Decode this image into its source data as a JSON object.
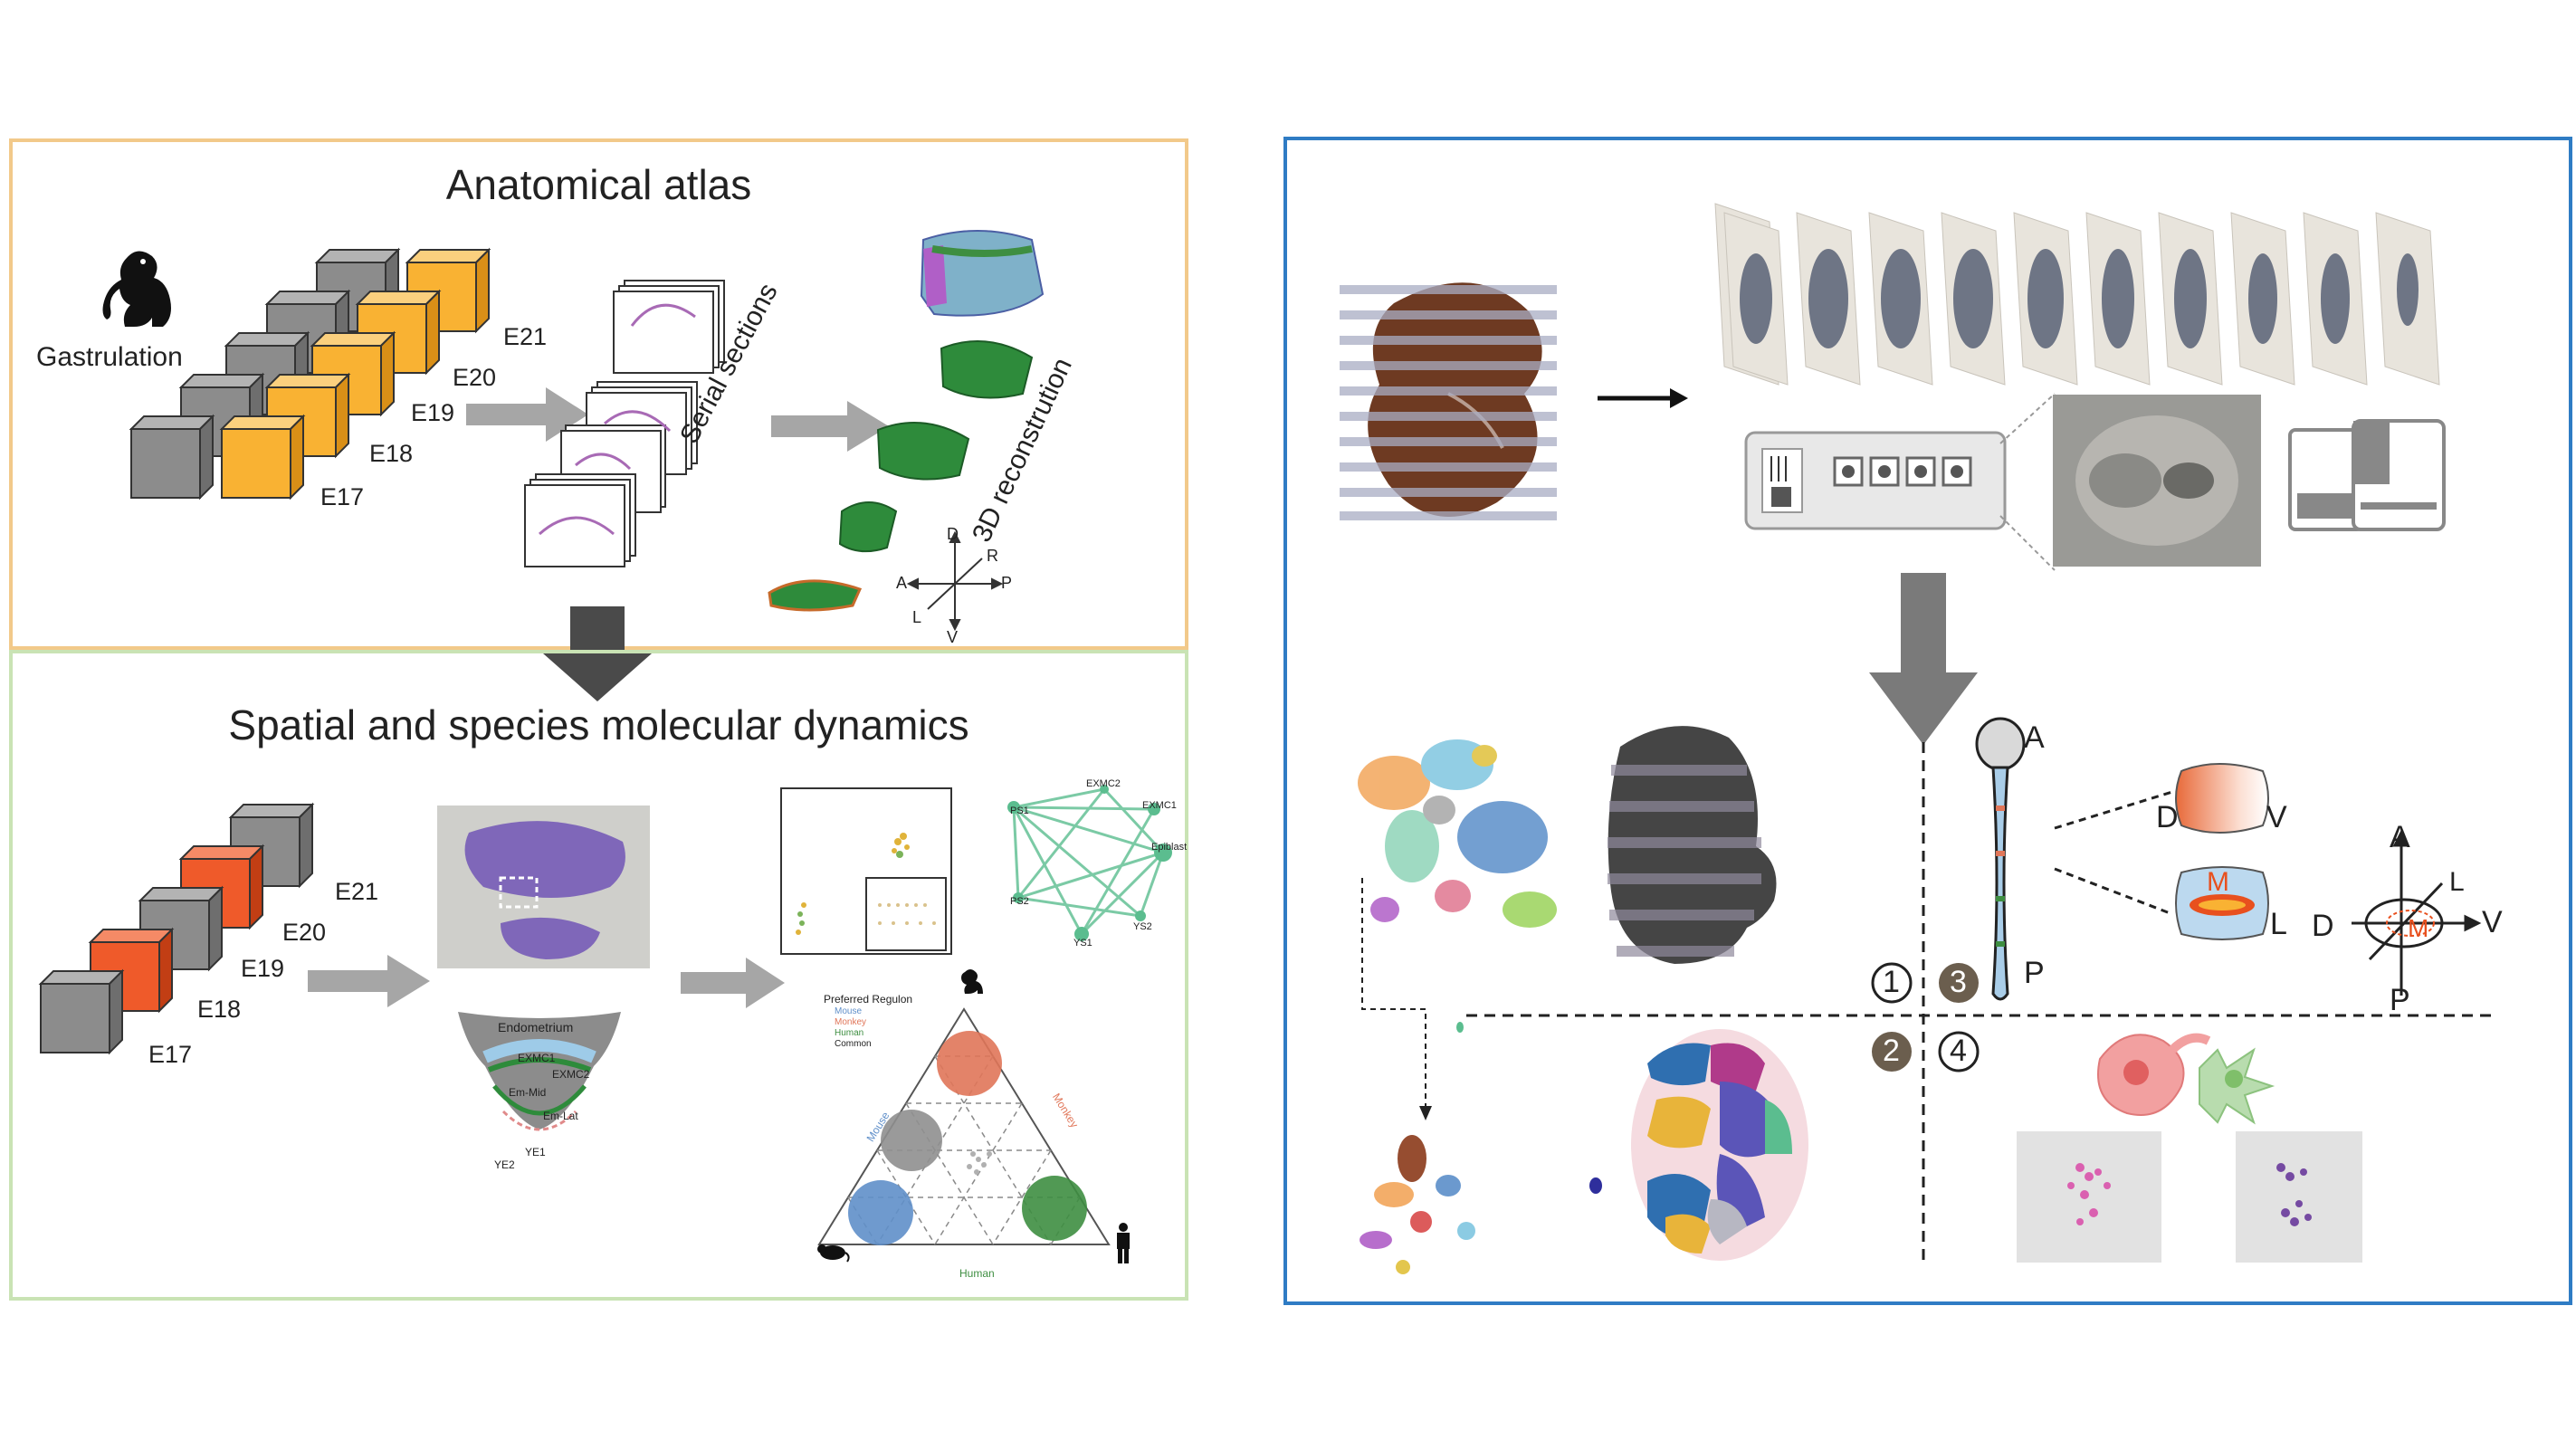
{
  "left_top": {
    "title": "Anatomical atlas",
    "gastrulation_label": "Gastrulation",
    "stages": [
      "E17",
      "E18",
      "E19",
      "E20",
      "E21"
    ],
    "serial_sections_label": "Serial sections",
    "reconstruction_label": "3D reconstrution",
    "axes": {
      "d": "D",
      "v": "V",
      "a": "A",
      "p": "P",
      "l": "L",
      "r": "R"
    }
  },
  "left_bottom": {
    "title": "Spatial and species molecular dynamics",
    "stages": [
      "E17",
      "E18",
      "E19",
      "E20",
      "E21"
    ],
    "uterus": {
      "endometrium": "Endometrium",
      "exmc1": "EXMC1",
      "exmc2": "EXMC2",
      "em_mid": "Em-Mid",
      "em_lat": "Em-Lat",
      "ye1": "YE1",
      "ye2": "YE2"
    },
    "network_nodes": [
      "PS1",
      "EXMC2",
      "EXMC1",
      "Epiblast",
      "PS2",
      "YS1",
      "YS2"
    ],
    "ternary": {
      "legend_title": "Preferred Regulon",
      "legend_items": [
        "Mouse",
        "Monkey",
        "Human",
        "Common"
      ],
      "axis_mouse": "Mouse",
      "axis_monkey": "Monkey",
      "axis_human": "Human"
    }
  },
  "right": {
    "quadrants": [
      "1",
      "2",
      "3",
      "4"
    ],
    "axis_labels": {
      "a": "A",
      "p": "P",
      "d": "D",
      "v": "V",
      "l": "L",
      "m": "M"
    }
  },
  "colors": {
    "orange_panel": "#f2c98a",
    "green_panel": "#c9e3b4",
    "blue_panel": "#2f7cc4",
    "cube_orange": "#f9b233",
    "cube_red": "#ef5a2a",
    "cube_gray": "#8c8c8c",
    "arrow_gray": "#a6a6a6",
    "dark_arrow": "#4a4a4a"
  }
}
